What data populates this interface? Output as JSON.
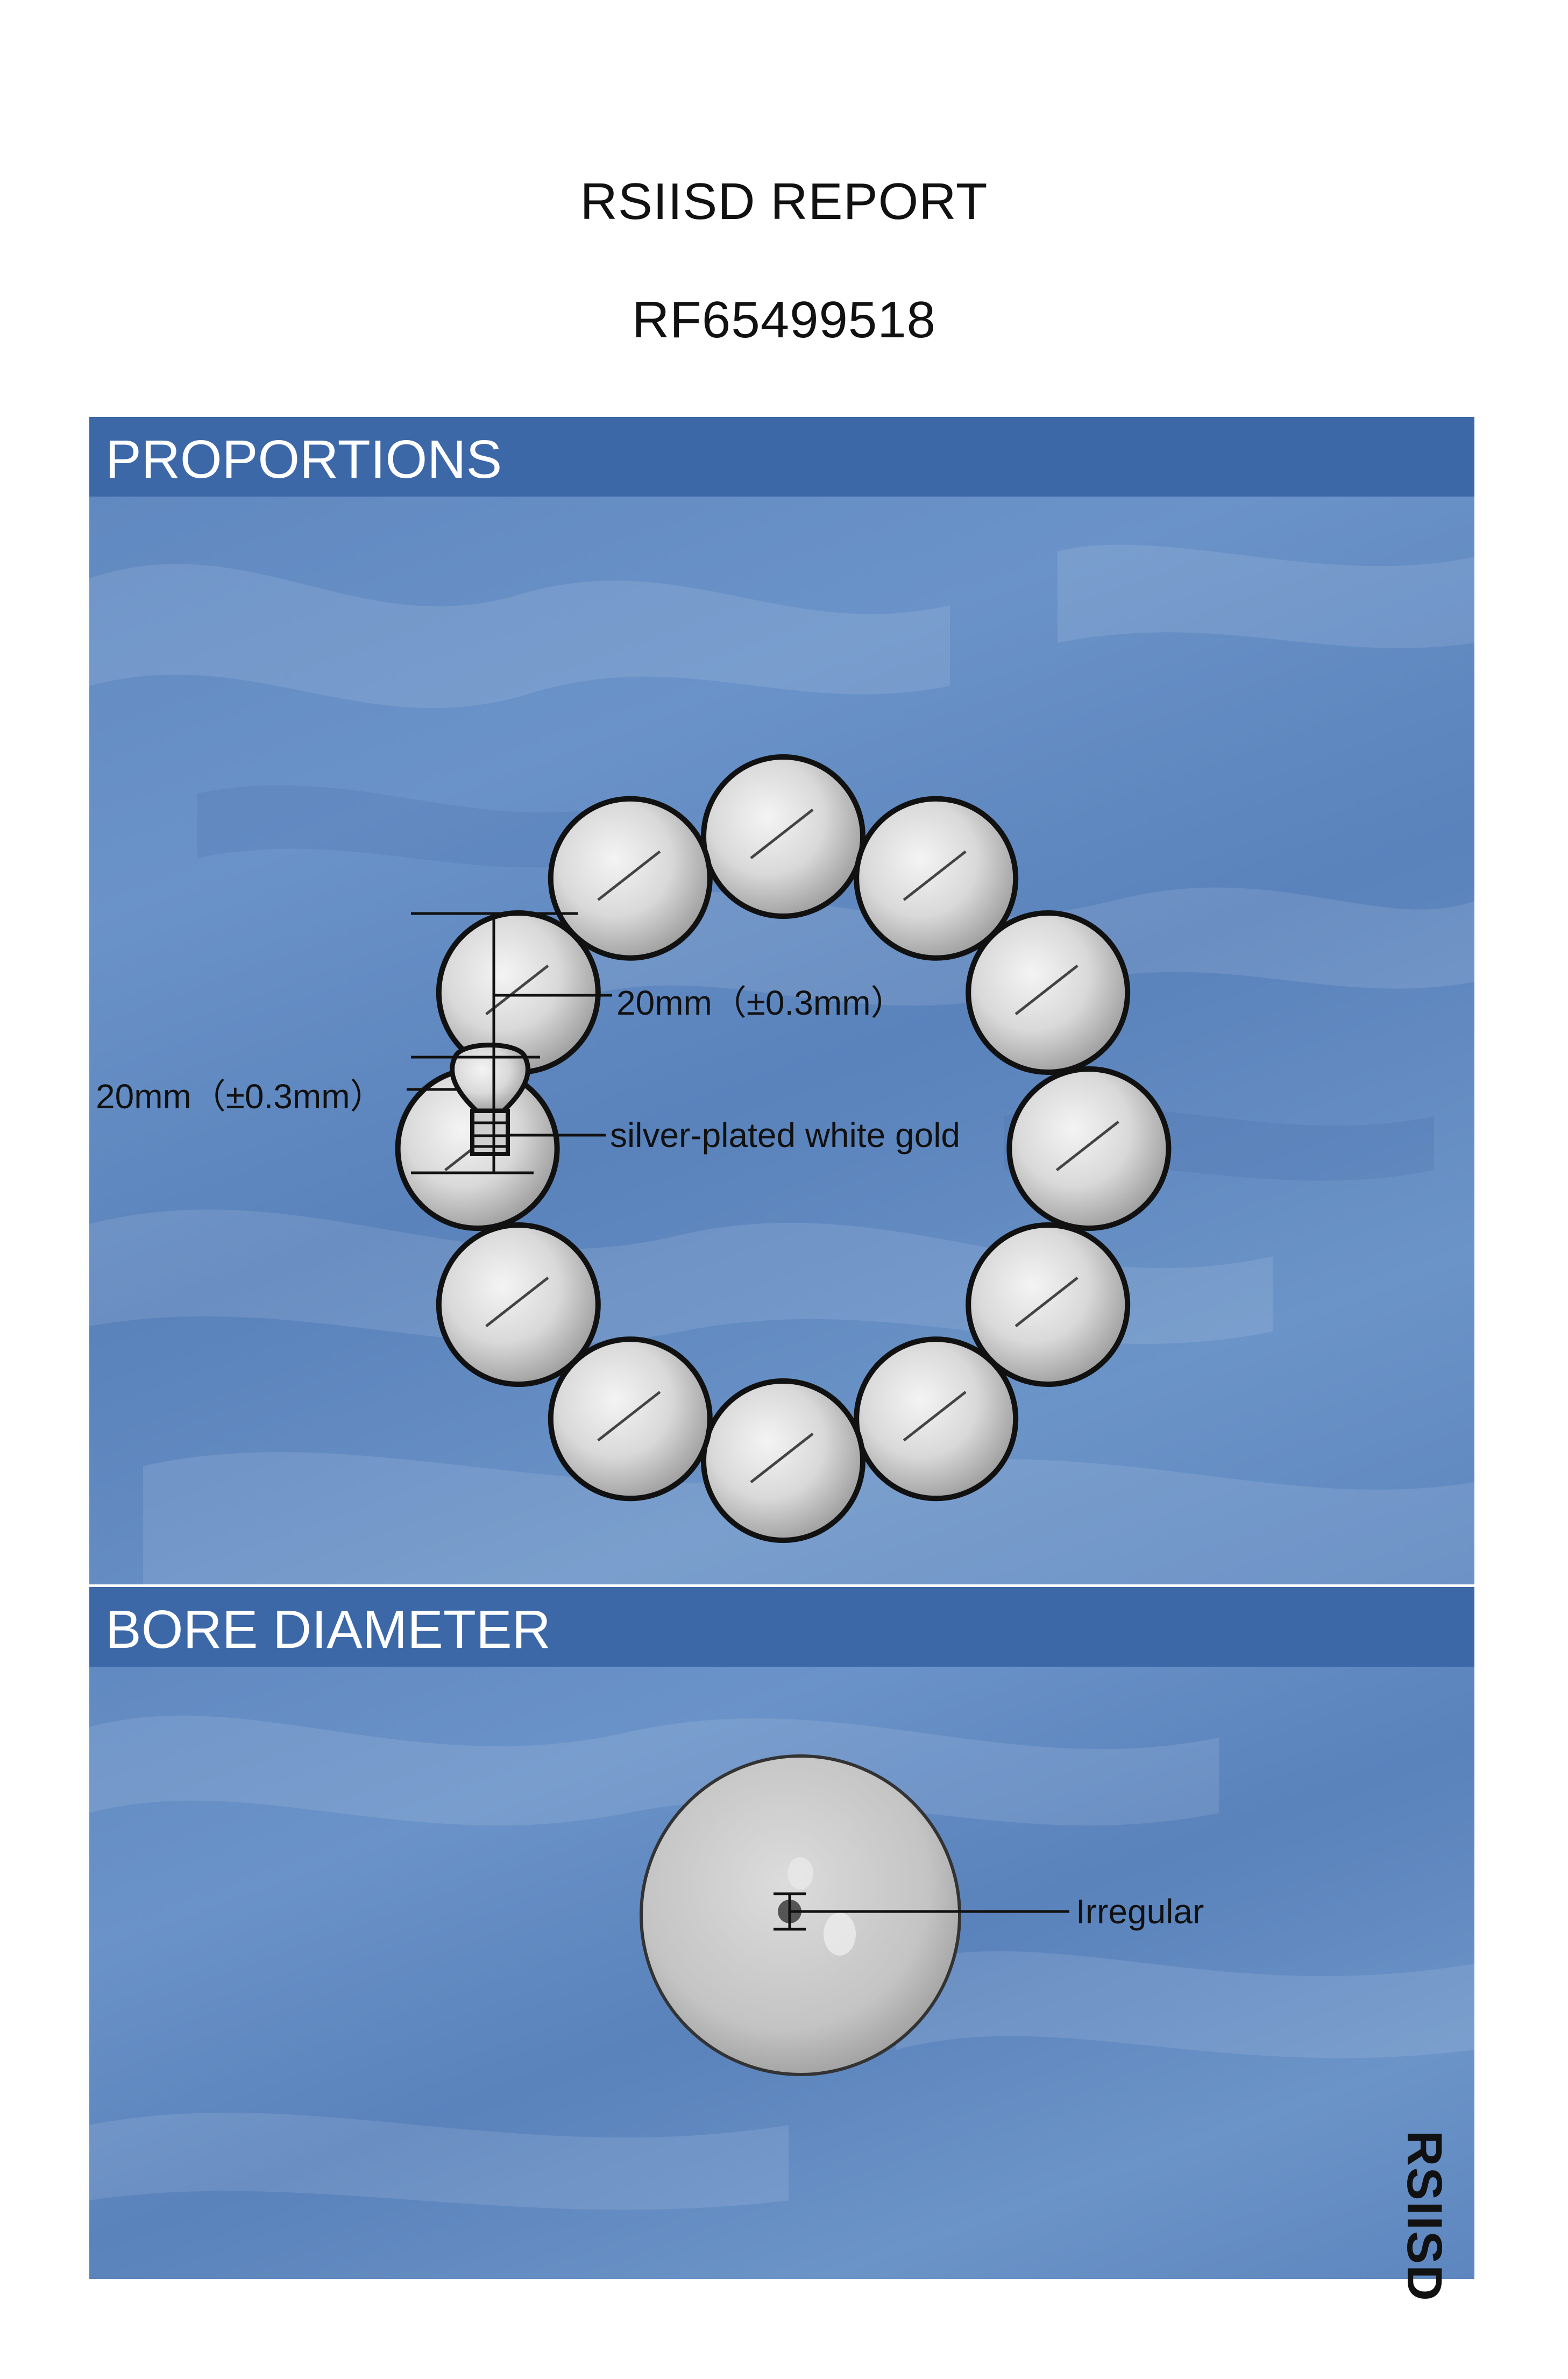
{
  "report": {
    "title": "RSIISD REPORT",
    "number": "RF65499518"
  },
  "sections": {
    "proportions": {
      "heading": "PROPORTIONS",
      "labels": {
        "bead_size": "20mm（±0.3mm）",
        "spacer_size": "20mm（±0.3mm）",
        "material": "silver-plated white gold"
      }
    },
    "bore": {
      "heading": "BORE DIAMETER",
      "labels": {
        "bore_type": "Irregular"
      }
    }
  },
  "side_logo": "RSIISD",
  "colors": {
    "panel_header": "#3c68a8",
    "panel_bg": "#6189c0",
    "text": "#111111"
  }
}
